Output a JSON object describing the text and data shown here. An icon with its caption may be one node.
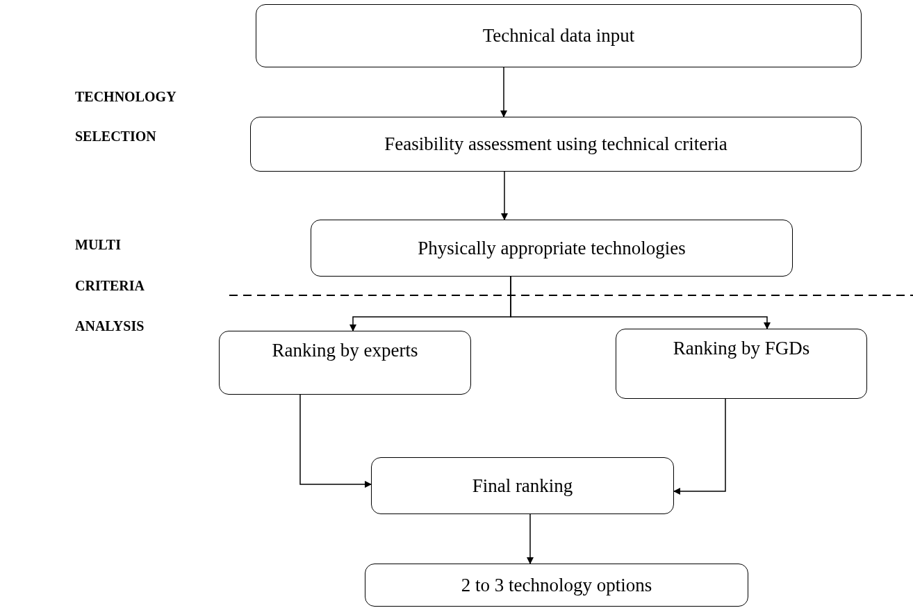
{
  "diagram": {
    "nodes": [
      {
        "text": [
          "Technical data input"
        ]
      },
      {
        "text": [
          "Feasibility assessment using technical criteria"
        ]
      },
      {
        "text": [
          "Physically appropriate technologies"
        ]
      },
      {
        "text": [
          "Ranking by experts"
        ]
      },
      {
        "text": [
          "Ranking by FGDs"
        ]
      },
      {
        "text": [
          "Final ranking"
        ]
      },
      {
        "text": [
          "2 to 3 technology options"
        ]
      }
    ],
    "edges": [
      {
        "from": 0,
        "to": 1,
        "arrow": "to"
      },
      {
        "from": 1,
        "to": 2,
        "arrow": "to"
      },
      {
        "from": 2,
        "to": 3,
        "arrow": "to"
      },
      {
        "from": 2,
        "to": 4,
        "arrow": "to"
      },
      {
        "from": 3,
        "to": 5,
        "arrow": "to"
      },
      {
        "from": 4,
        "to": 5,
        "arrow": "to"
      },
      {
        "from": 5,
        "to": 6,
        "arrow": "to"
      }
    ],
    "labels": [
      "TECHNOLOGY",
      "SELECTION",
      "MULTI",
      "CRITERIA",
      "ANALYSIS"
    ]
  }
}
